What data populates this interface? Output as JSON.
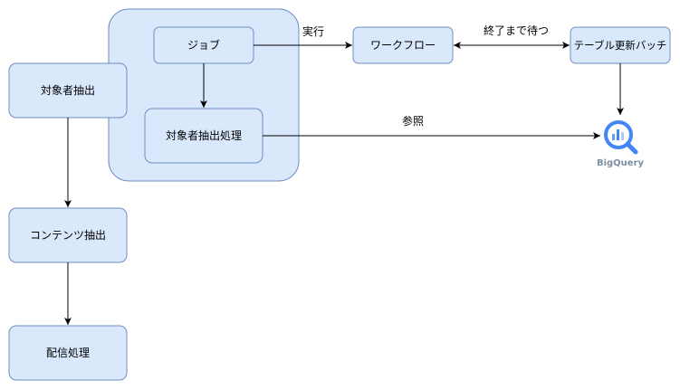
{
  "nodes": {
    "target_extract": "対象者抽出",
    "content_extract": "コンテンツ抽出",
    "delivery": "配信処理",
    "job": "ジョブ",
    "target_extract_proc": "対象者抽出処理",
    "workflow": "ワークフロー",
    "table_update_batch": "テーブル更新バッチ"
  },
  "edge_labels": {
    "execute": "実行",
    "wait": "終了まで待つ",
    "reference": "参照"
  },
  "bigquery": {
    "label": "BigQuery",
    "icon": "bigquery-icon"
  },
  "colors": {
    "node_fill": "#dae8fc",
    "node_stroke": "#6c8ebf",
    "bigquery_blue": "#4285f4",
    "bigquery_text": "#7c8ea3"
  }
}
